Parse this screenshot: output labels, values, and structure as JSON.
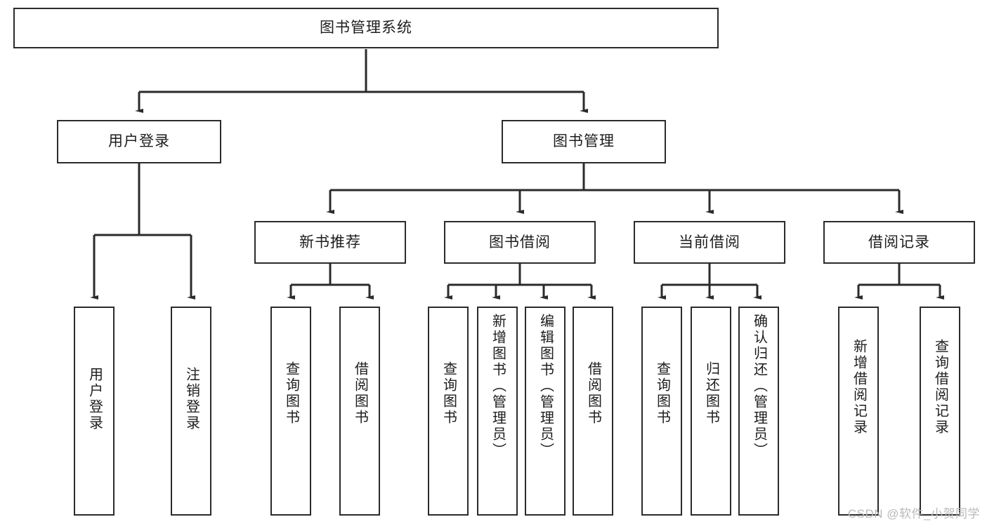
{
  "diagram": {
    "title": "图书管理系统",
    "type": "hierarchy-tree",
    "watermark": "CSDN @软件_小贺同学",
    "colors": {
      "stroke": "#2b2b2b",
      "fill": "#ffffff",
      "text": "#1d1d1d",
      "watermark": "#b9b9b9"
    },
    "root": {
      "label": "图书管理系统"
    },
    "level2": [
      {
        "label": "用户登录"
      },
      {
        "label": "图书管理"
      }
    ],
    "level3": [
      {
        "label": "新书推荐"
      },
      {
        "label": "图书借阅"
      },
      {
        "label": "当前借阅"
      },
      {
        "label": "借阅记录"
      }
    ],
    "leaves": {
      "user_login": [
        {
          "label": "用户登录"
        },
        {
          "label": "注销登录"
        }
      ],
      "new_book": [
        {
          "label": "查询图书"
        },
        {
          "label": "借阅图书"
        }
      ],
      "borrow_book": [
        {
          "label": "查询图书"
        },
        {
          "label": "新增图书（管理员）"
        },
        {
          "label": "编辑图书（管理员）"
        },
        {
          "label": "借阅图书"
        }
      ],
      "current_borrow": [
        {
          "label": "查询图书"
        },
        {
          "label": "归还图书"
        },
        {
          "label": "确认归还（管理员）"
        }
      ],
      "borrow_record": [
        {
          "label": "新增借阅记录"
        },
        {
          "label": "查询借阅记录"
        }
      ]
    }
  }
}
